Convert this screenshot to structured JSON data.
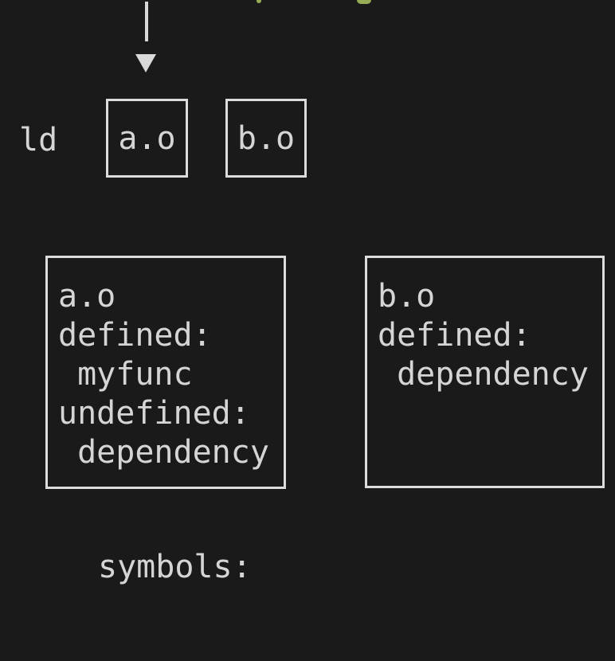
{
  "colors": {
    "background": "#1a1a1a",
    "text": "#d5d5d5",
    "box_border": "#dcdcdc",
    "arrow": "#d9d9d9",
    "green_text_fragment": "#97ad55"
  },
  "linker": {
    "label": "ld"
  },
  "input_files": [
    {
      "label": "a.o"
    },
    {
      "label": "b.o"
    }
  ],
  "object_details": [
    {
      "title": "a.o",
      "lines": [
        "a.o",
        "defined:",
        " myfunc",
        "undefined:",
        " dependency"
      ]
    },
    {
      "title": "b.o",
      "lines": [
        "b.o",
        "defined:",
        " dependency"
      ]
    }
  ],
  "footer": {
    "label": "symbols:"
  }
}
